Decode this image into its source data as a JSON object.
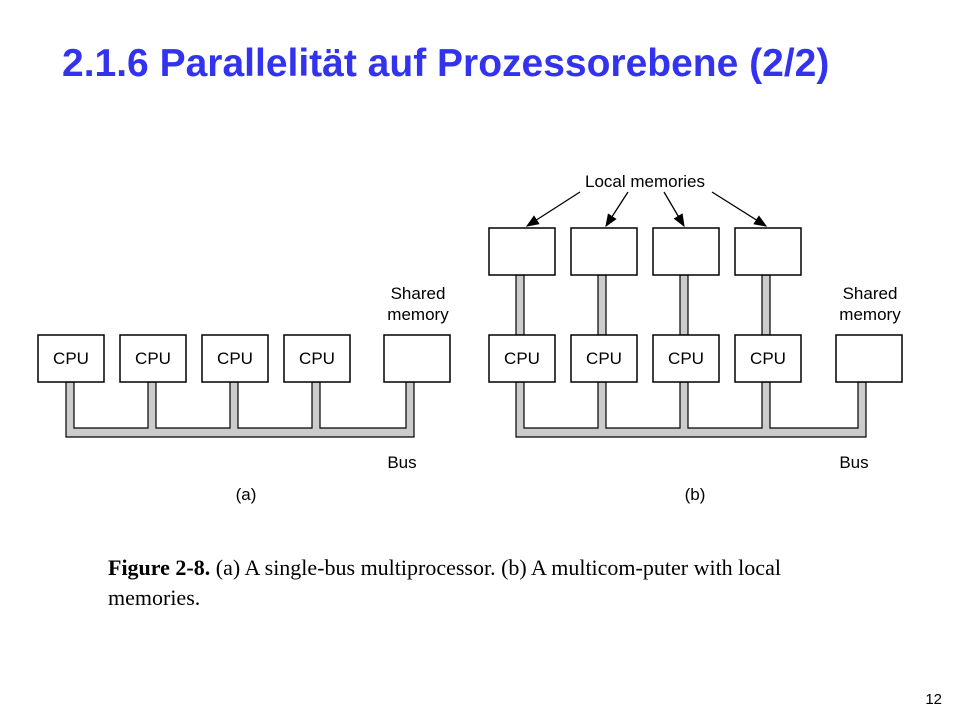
{
  "slide": {
    "title": "2.1.6 Parallelität auf Prozessorebene (2/2)",
    "page_number": "12"
  },
  "colors": {
    "title": "#3333ee",
    "bus_fill": "#cccccc",
    "outline": "#000000"
  },
  "diagram_a": {
    "cpu_labels": [
      "CPU",
      "CPU",
      "CPU",
      "CPU"
    ],
    "shared_memory_label": [
      "Shared",
      "memory"
    ],
    "bus_label": "Bus",
    "sublabel": "(a)"
  },
  "diagram_b": {
    "local_memories_label": "Local memories",
    "cpu_labels": [
      "CPU",
      "CPU",
      "CPU",
      "CPU"
    ],
    "shared_memory_label": [
      "Shared",
      "memory"
    ],
    "bus_label": "Bus",
    "sublabel": "(b)"
  },
  "caption": {
    "figure_label": "Figure 2-8.",
    "text": " (a) A single-bus multiprocessor. (b) A multicom-puter with local memories."
  }
}
